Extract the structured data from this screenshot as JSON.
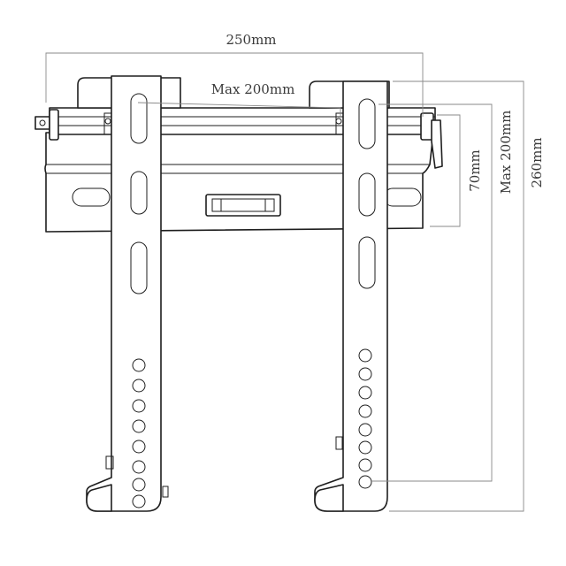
{
  "diagram": {
    "dimensions": {
      "overall_width": "250mm",
      "vesa_horizontal": "Max 200mm",
      "tilt_plate_height": "70mm",
      "vesa_vertical": "Max 200mm",
      "overall_height": "260mm"
    },
    "colors": {
      "outline": "#1e1e1e",
      "dimension_line": "#8a8a8a",
      "background": "#ffffff"
    }
  }
}
